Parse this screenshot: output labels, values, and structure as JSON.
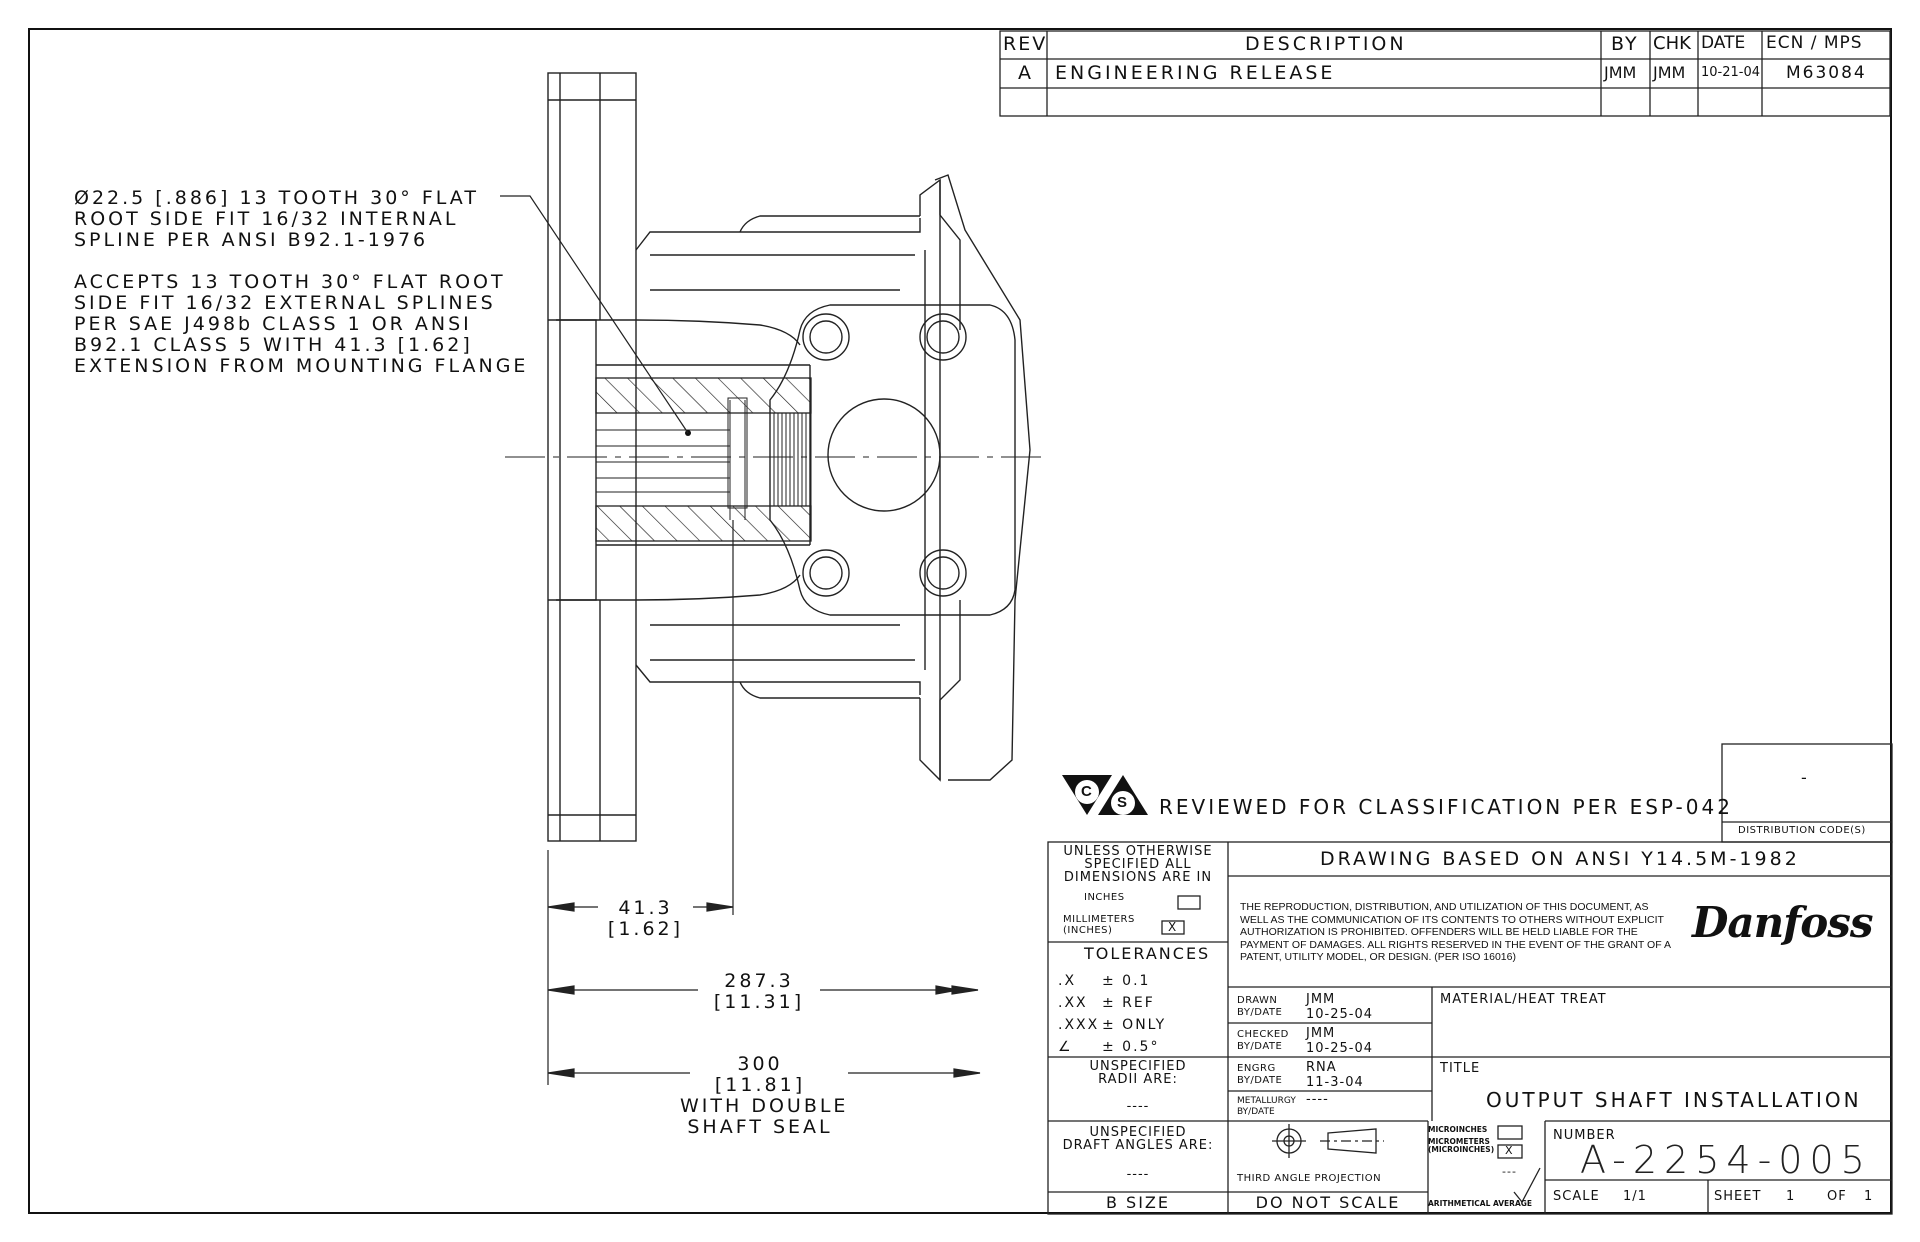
{
  "revision_block": {
    "headers": {
      "rev": "REV",
      "description": "DESCRIPTION",
      "by": "BY",
      "chk": "CHK",
      "date": "DATE",
      "ecn": "ECN / MPS"
    },
    "rows": [
      {
        "rev": "A",
        "description": "ENGINEERING RELEASE",
        "by": "JMM",
        "chk": "JMM",
        "date": "10-21-04",
        "ecn": "M63084"
      }
    ]
  },
  "notes": {
    "spline_internal": [
      "Ø22.5 [.886] 13 TOOTH 30° FLAT",
      "ROOT SIDE FIT 16/32 INTERNAL",
      "SPLINE PER ANSI B92.1-1976"
    ],
    "spline_external": [
      "ACCEPTS 13 TOOTH 30° FLAT ROOT",
      "SIDE FIT 16/32 EXTERNAL SPLINES",
      "PER SAE J498b CLASS 1 OR ANSI",
      "B92.1 CLASS 5 WITH 41.3 [1.62]",
      "EXTENSION FROM MOUNTING FLANGE"
    ]
  },
  "dimensions": {
    "d1": [
      "41.3",
      "[1.62]"
    ],
    "d2": [
      "287.3",
      "[11.31]"
    ],
    "d3": [
      "300",
      "[11.81]",
      "WITH DOUBLE",
      "SHAFT SEAL"
    ]
  },
  "classification": {
    "c_letter": "C",
    "s_letter": "S",
    "text": "REVIEWED FOR CLASSIFICATION PER ESP-042",
    "distribution_value": "-",
    "distribution_label": "DISTRIBUTION CODE(S)"
  },
  "title_block": {
    "units_header": [
      "UNLESS OTHERWISE",
      "SPECIFIED ALL",
      "DIMENSIONS ARE IN"
    ],
    "inches_label": "INCHES",
    "mm_label": [
      "MILLIMETERS",
      "(INCHES)"
    ],
    "mm_checked": "X",
    "tolerances_label": "TOLERANCES",
    "tolerances": [
      {
        "k": ".X",
        "v": "± 0.1"
      },
      {
        "k": ".XX",
        "v": "± REF"
      },
      {
        "k": ".XXX",
        "v": "± ONLY"
      },
      {
        "k": "∠",
        "v": "± 0.5°"
      }
    ],
    "radii_label": [
      "UNSPECIFIED",
      "RADII ARE:"
    ],
    "radii_value": "----",
    "draft_label": [
      "UNSPECIFIED",
      "DRAFT ANGLES ARE:"
    ],
    "draft_value": "----",
    "size": "B SIZE",
    "standard": "DRAWING BASED ON ANSI Y14.5M-1982",
    "legal": "THE REPRODUCTION, DISTRIBUTION, AND UTILIZATION OF THIS DOCUMENT, AS WELL AS THE COMMUNICATION OF ITS CONTENTS TO OTHERS WITHOUT EXPLICIT AUTHORIZATION IS PROHIBITED. OFFENDERS WILL BE HELD LIABLE FOR THE PAYMENT OF DAMAGES. ALL RIGHTS RESERVED IN THE EVENT OF THE GRANT OF A PATENT, UTILITY MODEL, OR DESIGN. (PER ISO 16016)",
    "logo": "Danfoss",
    "drawn": {
      "label": [
        "DRAWN",
        "BY/DATE"
      ],
      "who": "JMM",
      "date": "10-25-04"
    },
    "checked": {
      "label": [
        "CHECKED",
        "BY/DATE"
      ],
      "who": "JMM",
      "date": "10-25-04"
    },
    "engrg": {
      "label": [
        "ENGRG",
        "BY/DATE"
      ],
      "who": "RNA",
      "date": "11-3-04"
    },
    "metallurgy": {
      "label": [
        "METALLURGY",
        "BY/DATE"
      ],
      "who": "----"
    },
    "material_label": "MATERIAL/HEAT TREAT",
    "title_label": "TITLE",
    "title": "OUTPUT SHAFT INSTALLATION",
    "projection": "THIRD ANGLE PROJECTION",
    "do_not_scale": "DO NOT SCALE",
    "finish": {
      "microinches": "MICROINCHES",
      "micrometers": [
        "MICROMETERS",
        "(MICROINCHES)"
      ],
      "checked": "X",
      "dash": "---",
      "average": "ARITHMETICAL AVERAGE"
    },
    "number_label": "NUMBER",
    "number": "A-2254-005",
    "scale_label": "SCALE",
    "scale": "1/1",
    "sheet_label": "SHEET",
    "sheet": "1",
    "of_label": "OF",
    "of": "1"
  }
}
